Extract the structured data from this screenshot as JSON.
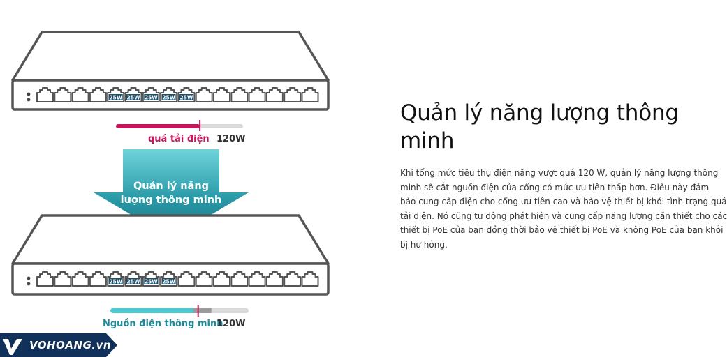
{
  "heading": "Quản lý năng lượng thông\nminh",
  "body_text": "Khi tổng mức tiêu thụ điện năng vượt quá 120 W, quản lý năng lượng thông\nminh sẽ cắt nguồn điện của cổng có mức ưu tiên thấp hơn. Điều này đảm\nbảo cung cấp điện cho cổng ưu tiên cao và bảo vệ thiết bị khỏi tình trạng quá\ntải điện. Nó cũng tự động phát hiện và cung cấp năng lượng cần thiết cho các\nthiết bị PoE của bạn đồng thời bảo vệ thiết bị PoE và không PoE của bạn khỏi\nbị hư hỏng.",
  "illustration": {
    "top_switch": {
      "poe_labels": [
        "25W",
        "25W",
        "25W",
        "25W",
        "25W"
      ]
    },
    "overload_label": "quá tải điện",
    "overload_limit": "120W",
    "overload_fill": 0.66,
    "arrow_text": "Quản lý năng\nlượng thông minh",
    "bottom_switch": {
      "poe_labels": [
        "25W",
        "25W",
        "25W",
        "25W"
      ]
    },
    "smart_label": "Nguồn điện thông minh",
    "smart_limit": "120W",
    "smart_fill": 0.66
  },
  "brand": {
    "name": "VOHOANG.vn"
  },
  "colors": {
    "overload": "#c2185b",
    "smart": "#4cc9d1",
    "arrow": "#1f8a9a",
    "brand_bg": "#12315a",
    "switch_stroke": "#555555"
  }
}
